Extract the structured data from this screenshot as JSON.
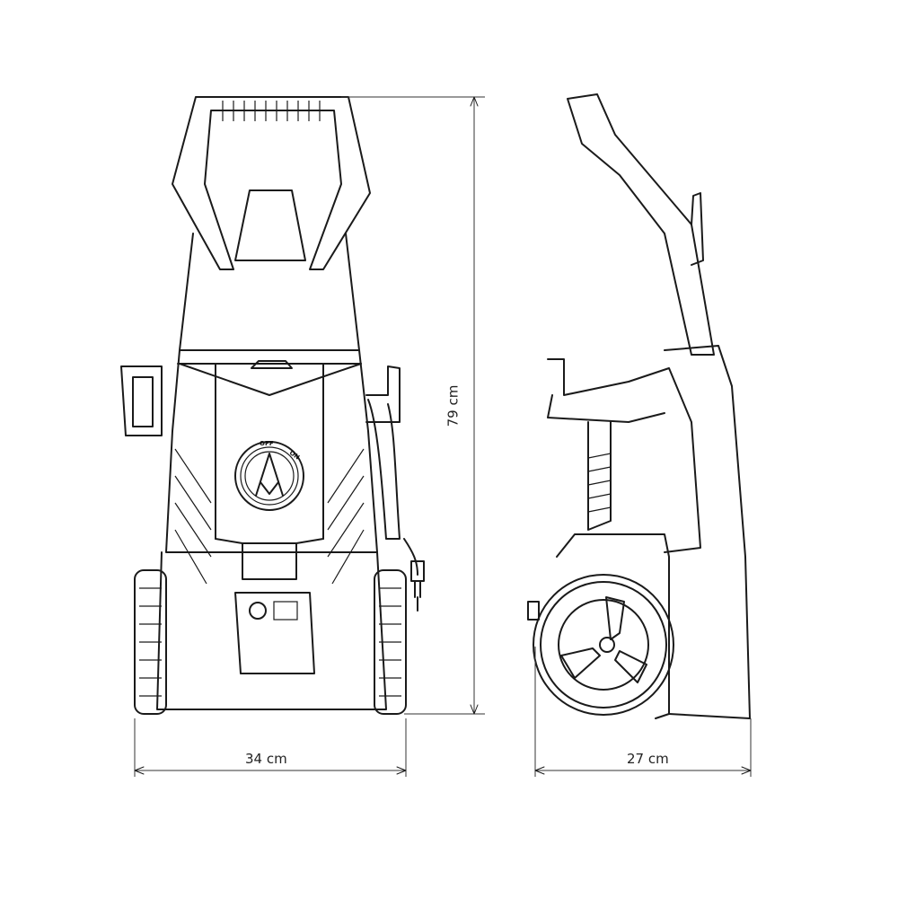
{
  "dimensions": {
    "width": "34 cm",
    "depth": "27 cm",
    "height": "79 cm"
  },
  "switch": {
    "off_label": "OFF",
    "on_label": "ON"
  },
  "colors": {
    "line": "#1a1a1a",
    "background": "#ffffff"
  }
}
